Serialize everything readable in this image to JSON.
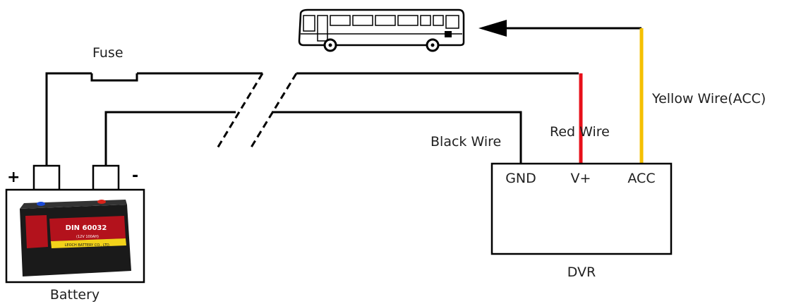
{
  "labels": {
    "fuse": "Fuse",
    "yellow_wire": "Yellow Wire(ACC)",
    "black_wire": "Black Wire",
    "red_wire": "Red Wire",
    "plus": "+",
    "minus": "-",
    "battery": "Battery",
    "dvr": "DVR",
    "gnd": "GND",
    "vplus": "V+",
    "acc": "ACC"
  },
  "battery_label": {
    "model": "DIN 60032",
    "spec": "(12V 100AH)",
    "maker": "LEOCH BATTERY CO., LTD."
  },
  "colors": {
    "wire": "#000000",
    "red_wire": "#e8101a",
    "yellow_wire": "#f5c000",
    "battery_case": "#1a1a1a",
    "battery_stripe": "#f2d21a"
  }
}
